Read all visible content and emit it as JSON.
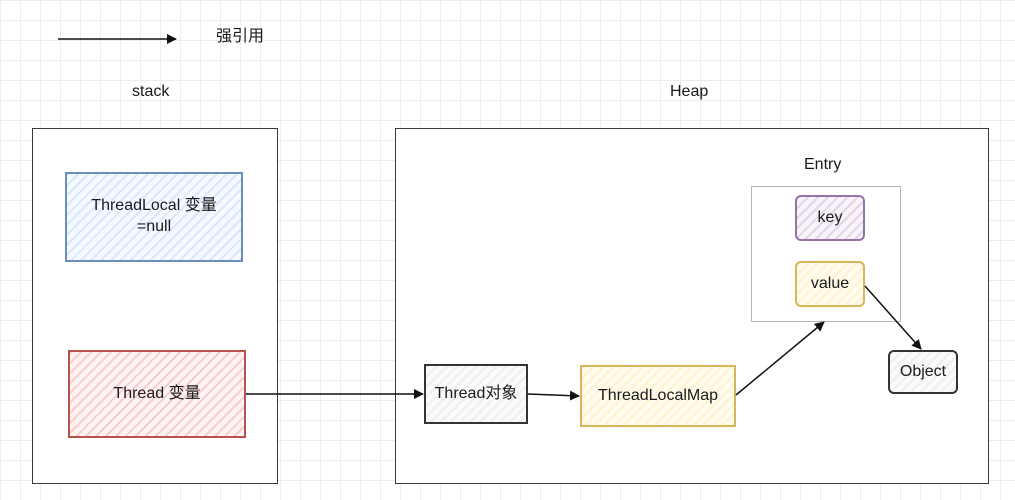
{
  "legend": {
    "text": "强引用"
  },
  "regions": {
    "stack": "stack",
    "heap": "Heap",
    "entry": "Entry"
  },
  "nodes": {
    "threadlocal_var_line1": "ThreadLocal 变量",
    "threadlocal_var_line2": "=null",
    "thread_var": "Thread 变量",
    "thread_obj": "Thread对象",
    "threadlocalmap": "ThreadLocalMap",
    "key": "key",
    "value": "value",
    "object": "Object"
  },
  "colors": {
    "blue_stroke": "#6c8ebf",
    "red_stroke": "#b85450",
    "yellow_stroke": "#d6b656",
    "purple_stroke": "#9673a6",
    "dark_stroke": "#333333"
  }
}
